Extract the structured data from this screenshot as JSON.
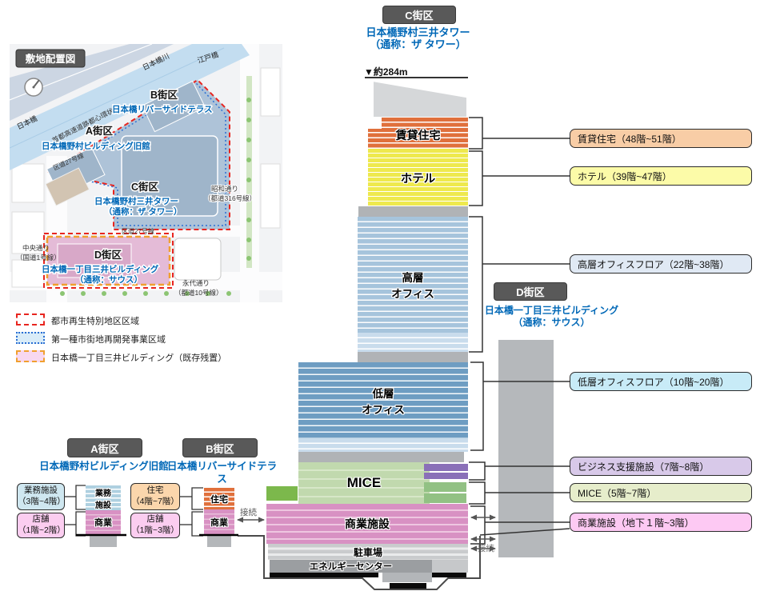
{
  "site_map": {
    "badge": "敷地配置図",
    "roads": {
      "expressway": "首都高速道路都心環状線",
      "river": "日本橋川",
      "bridge_edobashi": "江戸橋",
      "bridge_nihonbashi": "日本橋",
      "ward_road_1": "区道27号線",
      "ward_road_2": "区道27号線",
      "showa_1": "昭和通り",
      "showa_2": "（都道316号線）",
      "eitai_1": "永代通り",
      "eitai_2": "（都道10号線）",
      "chuo_1": "中央通り",
      "chuo_2": "（国道1号線）"
    },
    "districts": {
      "a_badge": "A街区",
      "a_name": "日本橋野村ビルディング旧館",
      "b_badge": "B街区",
      "b_name": "日本橋リバーサイドテラス",
      "c_badge": "C街区",
      "c_name_1": "日本橋野村三井タワー",
      "c_name_2": "（通称：ザ タワー）",
      "d_badge": "D街区",
      "d_name_1": "日本橋一丁目三井ビルディング",
      "d_name_2": "（通称：サウス）"
    }
  },
  "legend": {
    "urban_renewal": "都市再生特別地区区域",
    "redevelopment": "第一種市街地再開発事業区域",
    "existing": "日本橋一丁目三井ビルディング（既存残置）"
  },
  "tower_c": {
    "badge": "C街区",
    "title_1": "日本橋野村三井タワー",
    "title_2": "（通称：ザ タワー）",
    "height": "▼約284m",
    "sections": {
      "rental": "賃貸住宅",
      "hotel": "ホテル",
      "office_high_1": "高層",
      "office_high_2": "オフィス",
      "office_low_1": "低層",
      "office_low_2": "オフィス",
      "mice": "MICE",
      "commerce": "商業施設",
      "parking": "駐車場",
      "energy": "エネルギーセンター"
    }
  },
  "building_d": {
    "badge": "D街区",
    "title_1": "日本橋一丁目三井ビルディング",
    "title_2": "（通称：サウス）"
  },
  "floor_labels": [
    "賃貸住宅（48階~51階）",
    "ホテル（39階~47階）",
    "高層オフィスフロア（22階~38階）",
    "低層オフィスフロア（10階~20階）",
    "ビジネス支援施設（7階~8階）",
    "MICE（5階~7階）",
    "商業施設（地下１階~3階）"
  ],
  "block_a": {
    "badge": "A街区",
    "title": "日本橋野村ビルディング旧館",
    "label_office_1": "業務施設",
    "label_office_2": "（3階~4階）",
    "label_shop_1": "店舗",
    "label_shop_2": "（1階~2階）",
    "bldg_top_1": "業務",
    "bldg_top_2": "施設",
    "bldg_bottom": "商業"
  },
  "block_b": {
    "badge": "B街区",
    "title": "日本橋リバーサイドテラス",
    "label_house_1": "住宅",
    "label_house_2": "（4階~7階）",
    "label_shop_1": "店舗",
    "label_shop_2": "（1階~3階）",
    "bldg_top": "住宅",
    "bldg_bottom": "商業"
  },
  "connection_left": "接続",
  "connection_right": "接続",
  "colors": {
    "badge_bg": "#595959",
    "title_blue": "#0068b7",
    "rental_orange": "#e0703c",
    "hotel_yellow": "#eee94e",
    "office_high_blue": "#a6c4dc",
    "office_low_blue": "#6e9dc2",
    "mice_green": "#c1d9ae",
    "commerce_pink": "#d891c3",
    "support_purple": "#8a70b8",
    "red_dashed": "#e8251f",
    "blue_dotted": "#2a6fd4",
    "orange_dashed": "#f0a030"
  }
}
